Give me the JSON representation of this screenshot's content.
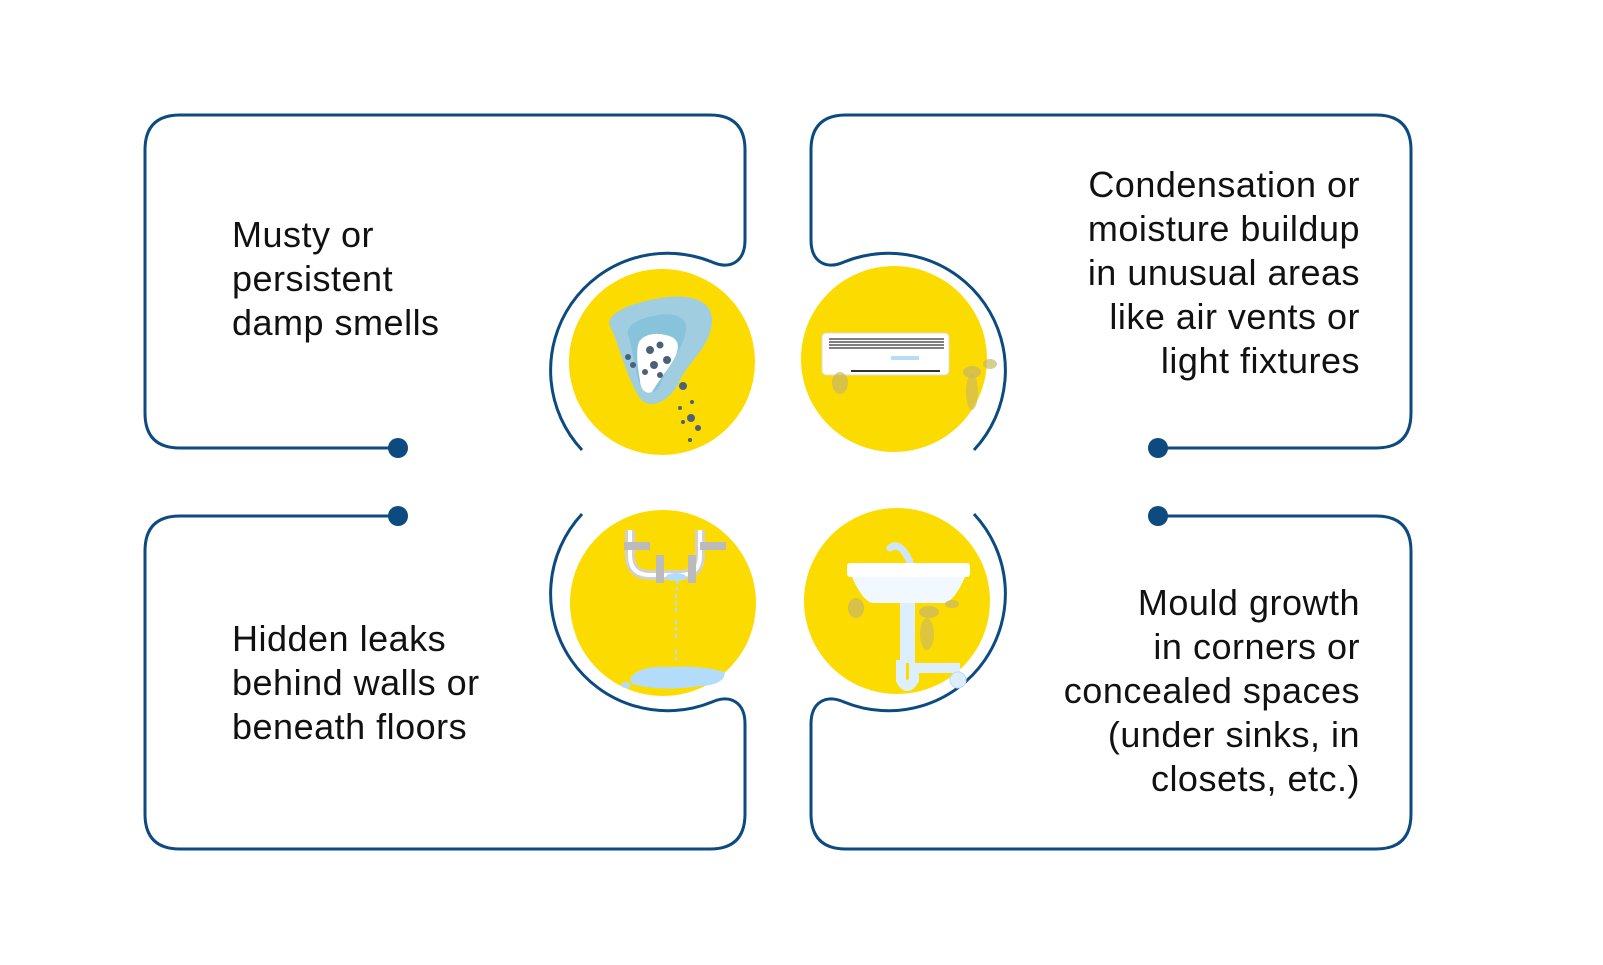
{
  "colors": {
    "outline": "#0c4a80",
    "circle": "#fcdb00",
    "text": "#111111"
  },
  "panels": [
    {
      "id": "damp-smells",
      "icon": "mould-stain-icon",
      "lines": [
        "Musty or",
        "persistent",
        "damp smells"
      ]
    },
    {
      "id": "condensation",
      "icon": "air-conditioner-icon",
      "lines": [
        "Condensation or",
        "moisture buildup",
        "in unusual areas",
        "like air vents or",
        "light fixtures"
      ]
    },
    {
      "id": "hidden-leaks",
      "icon": "leaking-pipe-icon",
      "lines": [
        "Hidden leaks",
        "behind walls or",
        "beneath floors"
      ]
    },
    {
      "id": "mould-growth",
      "icon": "sink-icon",
      "lines": [
        "Mould growth",
        "in corners or",
        "concealed spaces",
        "(under sinks, in",
        "closets, etc.)"
      ]
    }
  ]
}
